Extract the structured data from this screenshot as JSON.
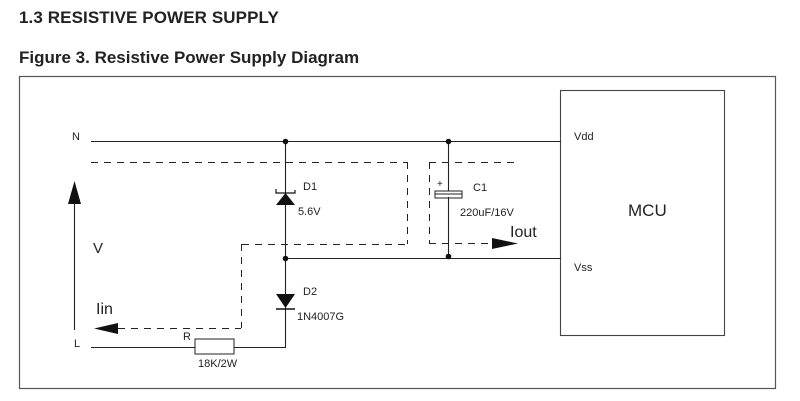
{
  "section_title": "1.3 RESISTIVE POWER SUPPLY",
  "figure_title": "Figure 3. Resistive Power Supply Diagram",
  "diagram": {
    "nodes": {
      "n": "N",
      "l": "L",
      "vdd": "Vdd",
      "vss": "Vss"
    },
    "voltage_label": "V",
    "current_in_label": "Iin",
    "current_out_label": "Iout",
    "components": {
      "d1": {
        "name": "D1",
        "value": "5.6V",
        "type": "zener-diode"
      },
      "d2": {
        "name": "D2",
        "value": "1N4007G",
        "type": "diode"
      },
      "c1": {
        "name": "C1",
        "value": "220uF/16V",
        "type": "electrolytic-capacitor",
        "polarity": "+"
      },
      "r": {
        "name": "R",
        "value": "18K/2W",
        "type": "resistor"
      }
    },
    "mcu_label": "MCU"
  }
}
